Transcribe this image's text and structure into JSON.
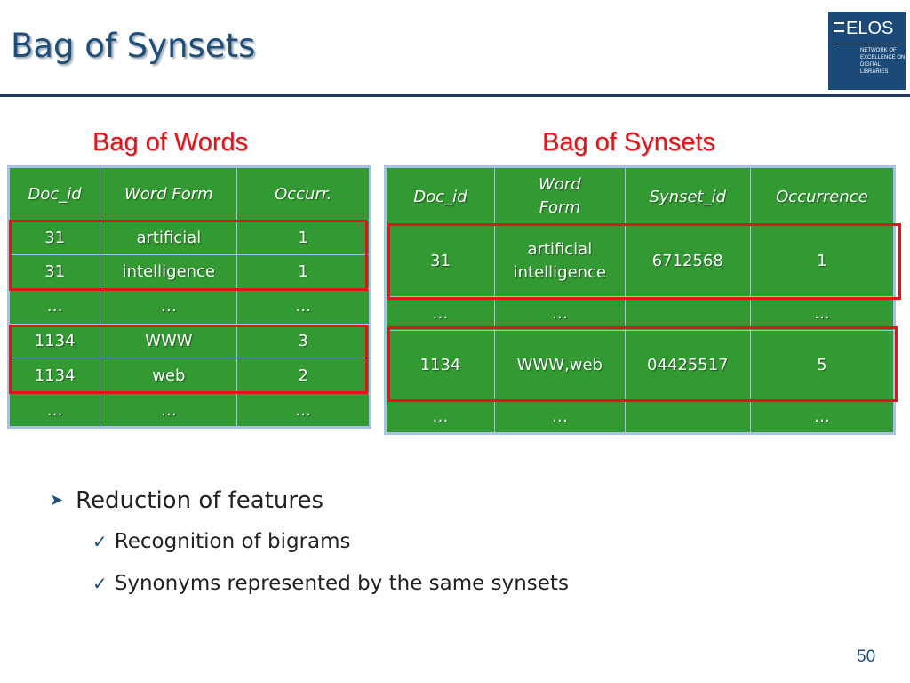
{
  "slide": {
    "title": "Bag of Synsets",
    "page_number": "50"
  },
  "logo": {
    "name": "ELOS",
    "lines": [
      "NETWORK OF",
      "EXCELLENCE ON",
      "DIGITAL",
      "LIBRARIES"
    ]
  },
  "left_table": {
    "heading": "Bag of Words",
    "headers": [
      "Doc_id",
      "Word Form",
      "Occurr."
    ],
    "rows": [
      [
        "31",
        "artificial",
        "1"
      ],
      [
        "31",
        "intelligence",
        "1"
      ],
      [
        "…",
        "…",
        "…"
      ],
      [
        "1134",
        "WWW",
        "3"
      ],
      [
        "1134",
        "web",
        "2"
      ],
      [
        "…",
        "…",
        "…"
      ]
    ]
  },
  "right_table": {
    "heading": "Bag of Synsets",
    "headers": [
      "Doc_id",
      "Word Form",
      "Synset_id",
      "Occurrence"
    ],
    "rows": [
      [
        "31",
        "artificial intelligence",
        "6712568",
        "1"
      ],
      [
        "…",
        "…",
        "",
        "…"
      ],
      [
        "1134",
        "WWW,web",
        "04425517",
        "5"
      ],
      [
        "…",
        "…",
        "",
        "…"
      ]
    ]
  },
  "bullets": {
    "main": "Reduction of features",
    "sub": [
      "Recognition of bigrams",
      "Synonyms represented by the same synsets"
    ]
  },
  "colors": {
    "title": "#1f4e79",
    "table_fill": "#339933",
    "table_border": "#a9c1e6",
    "highlight": "#e0151c",
    "logo_bg": "#1b4a78"
  }
}
